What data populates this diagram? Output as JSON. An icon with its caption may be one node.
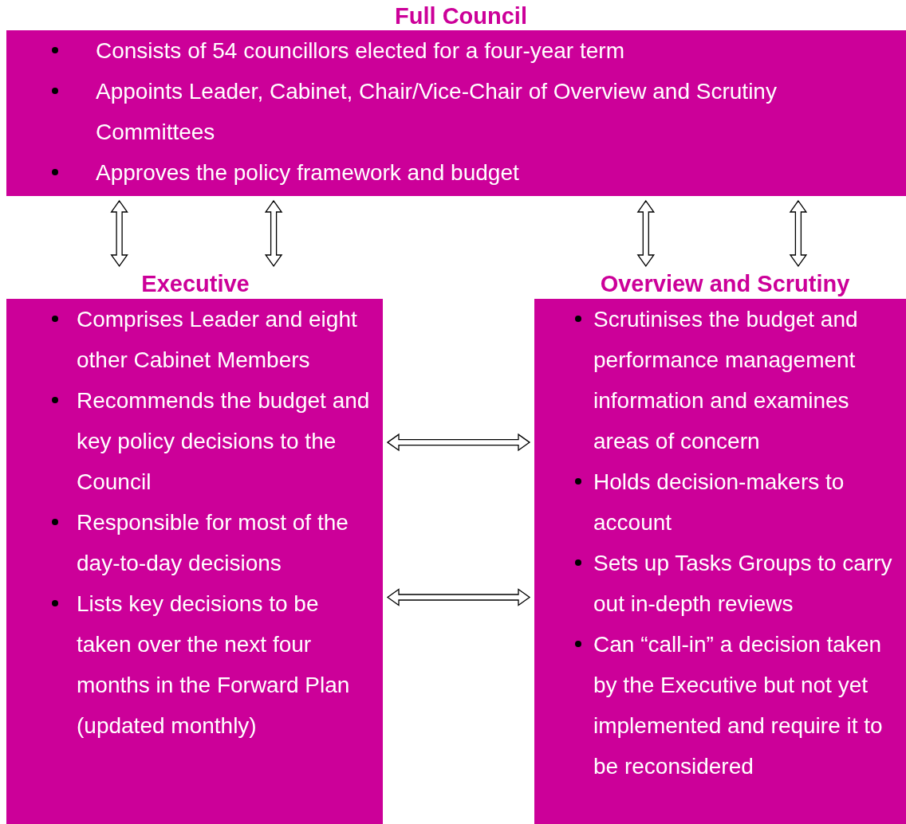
{
  "diagram": {
    "nodes": [
      {
        "text": [
          "Full Council",
          "Consists of 54 councillors elected for a four-year term",
          "Appoints Leader, Cabinet, Chair/Vice-Chair of Overview and Scrutiny Committees",
          "Approves the policy framework and budget"
        ]
      },
      {
        "text": [
          "Executive",
          "Comprises Leader and eight other Cabinet Members",
          "Recommends the budget and key policy decisions to the Council",
          "Responsible for most of the day-to-day decisions",
          "Lists key decisions to be taken over the next four months in the Forward Plan (updated monthly)"
        ]
      },
      {
        "text": [
          "Overview and Scrutiny",
          "Scrutinises the budget and performance management information and examines areas of concern",
          "Holds decision-makers to account",
          "Sets up Tasks Groups to carry out in-depth reviews",
          "Can “call-in” a decision taken by the Executive but not yet implemented and require it to be reconsidered"
        ]
      }
    ],
    "edges": [
      {
        "from": 0,
        "to": 1,
        "arrow": "both"
      },
      {
        "from": 0,
        "to": 1,
        "arrow": "both"
      },
      {
        "from": 0,
        "to": 2,
        "arrow": "both"
      },
      {
        "from": 0,
        "to": 2,
        "arrow": "both"
      },
      {
        "from": 1,
        "to": 2,
        "arrow": "both"
      },
      {
        "from": 1,
        "to": 2,
        "arrow": "both"
      }
    ]
  }
}
